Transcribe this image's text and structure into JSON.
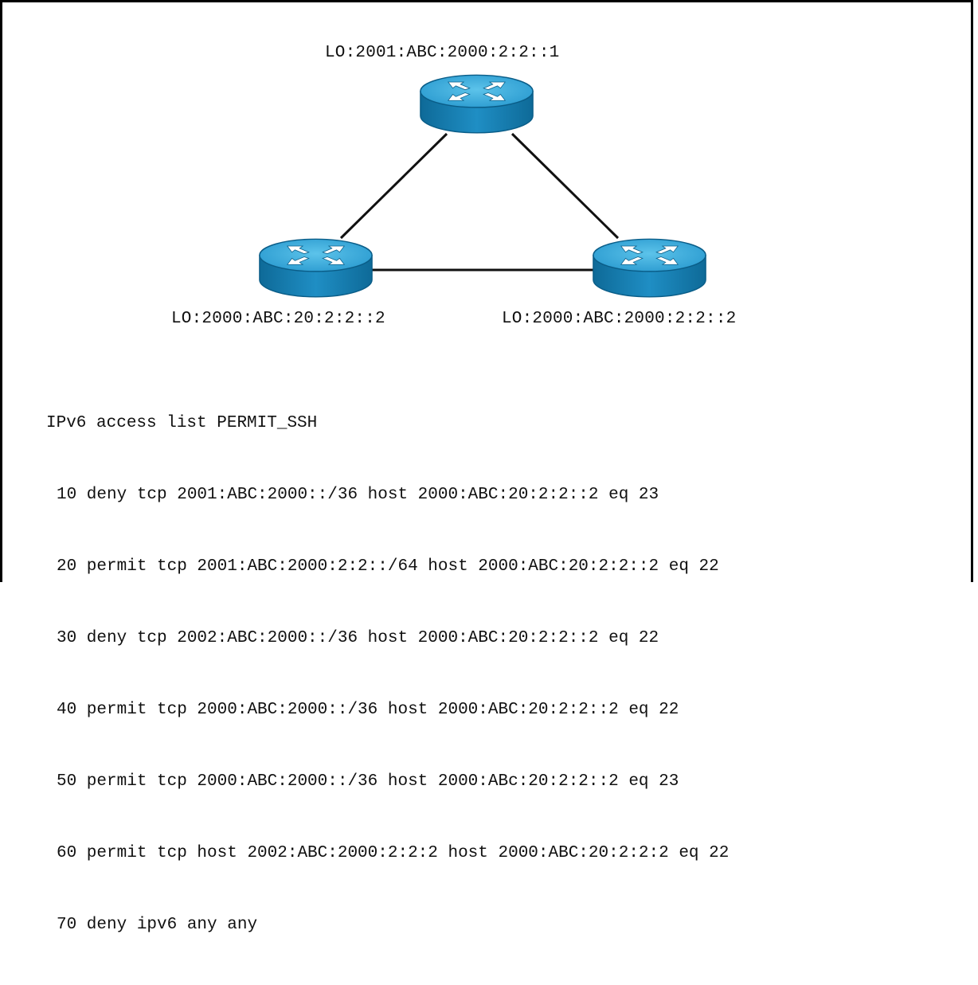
{
  "routers": {
    "top": {
      "loopback_label": "LO:2001:ABC:2000:2:2::1",
      "icon": "router-icon"
    },
    "left": {
      "loopback_label": "LO:2000:ABC:20:2:2::2",
      "icon": "router-icon"
    },
    "right": {
      "loopback_label": "LO:2000:ABC:2000:2:2::2",
      "icon": "router-icon"
    }
  },
  "links": [
    {
      "from": "top",
      "to": "left"
    },
    {
      "from": "top",
      "to": "right"
    },
    {
      "from": "left",
      "to": "right"
    }
  ],
  "colors": {
    "router_top": "#35a4d3",
    "router_side": "#1b7fb0",
    "router_rim": "#0a5d88",
    "arrows": "#ffffff",
    "links": "#111111"
  },
  "acl": {
    "title": "IPv6 access list PERMIT_SSH",
    "entries": [
      "10 deny tcp 2001:ABC:2000::/36 host 2000:ABC:20:2:2::2 eq 23",
      "20 permit tcp 2001:ABC:2000:2:2::/64 host 2000:ABC:20:2:2::2 eq 22",
      "30 deny tcp 2002:ABC:2000::/36 host 2000:ABC:20:2:2::2 eq 22",
      "40 permit tcp 2000:ABC:2000::/36 host 2000:ABC:20:2:2::2 eq 22",
      "50 permit tcp 2000:ABC:2000::/36 host 2000:ABc:20:2:2::2 eq 23",
      "60 permit tcp host 2002:ABC:2000:2:2:2 host 2000:ABC:20:2:2:2 eq 22",
      "70 deny ipv6 any any"
    ]
  }
}
